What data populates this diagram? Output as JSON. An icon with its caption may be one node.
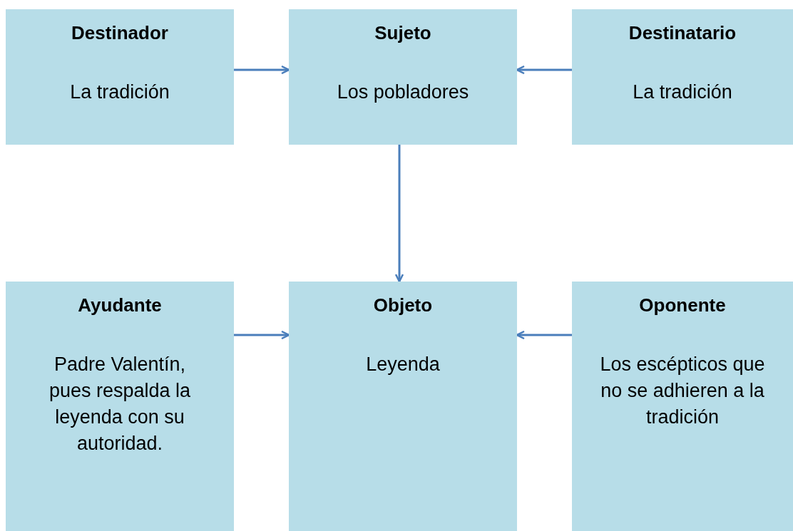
{
  "diagram": {
    "nodes": [
      {
        "text": [
          "Destinador",
          "La tradición"
        ]
      },
      {
        "text": [
          "Sujeto",
          "Los pobladores"
        ]
      },
      {
        "text": [
          "Destinatario",
          "La tradición"
        ]
      },
      {
        "text": [
          "Ayudante",
          "Padre Valentín, pues respalda la leyenda con su autoridad."
        ]
      },
      {
        "text": [
          "Objeto",
          "Leyenda"
        ]
      },
      {
        "text": [
          "Oponente",
          "Los escépticos que no se adhieren a la tradición"
        ]
      }
    ],
    "edges": [
      {
        "from": 0,
        "to": 1,
        "arrow": "to"
      },
      {
        "from": 2,
        "to": 1,
        "arrow": "to"
      },
      {
        "from": 1,
        "to": 4,
        "arrow": "to"
      },
      {
        "from": 3,
        "to": 4,
        "arrow": "to"
      },
      {
        "from": 5,
        "to": 4,
        "arrow": "to"
      }
    ]
  }
}
